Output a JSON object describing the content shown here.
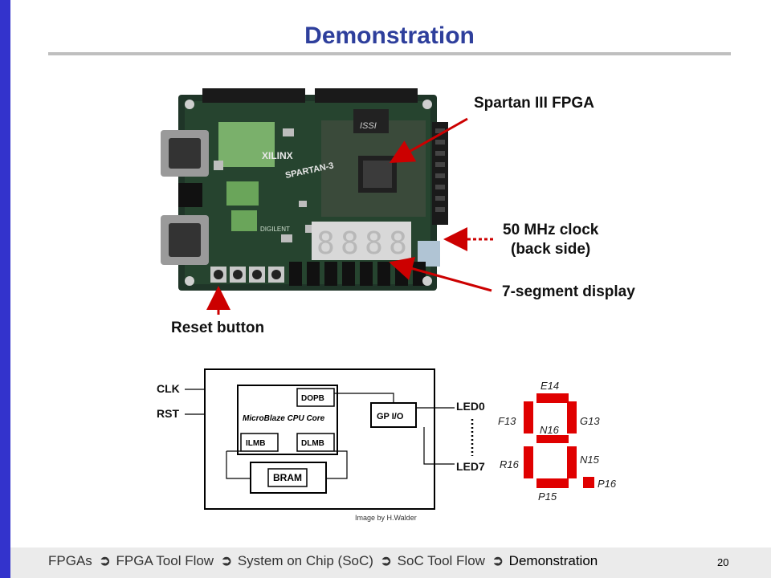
{
  "slide": {
    "title": "Demonstration",
    "page_number": "20",
    "image_credit": "Image by H.Walder"
  },
  "board": {
    "callouts": {
      "fpga": "Spartan III FPGA",
      "clock_line1": "50 MHz clock",
      "clock_line2": "(back side)",
      "seven_seg": "7-segment display",
      "reset": "Reset button"
    },
    "chip_text": {
      "brand": "XILINX",
      "family": "SPARTAN-3",
      "mem": "ISSI",
      "vendor": "DIGILENT"
    },
    "display_digits": [
      "8",
      "8",
      "8",
      "8"
    ]
  },
  "block_diagram": {
    "inputs": [
      "CLK",
      "RST"
    ],
    "cpu_core": "MicroBlaze CPU Core",
    "blocks": {
      "dopb": "DOPB",
      "ilmb": "ILMB",
      "dlmb": "DLMB",
      "bram": "BRAM",
      "gpio": "GP I/O"
    },
    "outputs": {
      "first": "LED0",
      "last": "LED7"
    }
  },
  "segment_pins": {
    "top": "E14",
    "upper_left": "F13",
    "middle": "N16",
    "upper_right": "G13",
    "lower_left": "R16",
    "lower_right": "N15",
    "bottom": "P15",
    "dot": "P16"
  },
  "breadcrumb": {
    "items": [
      "FPGAs",
      "FPGA Tool Flow",
      "System on Chip (SoC)",
      "SoC Tool Flow",
      "Demonstration"
    ],
    "separator": "➲"
  },
  "colors": {
    "title": "#2e3f9c",
    "accent_bar": "#3333cc",
    "callout_red": "#cc0000",
    "segment_red": "#e00000"
  }
}
